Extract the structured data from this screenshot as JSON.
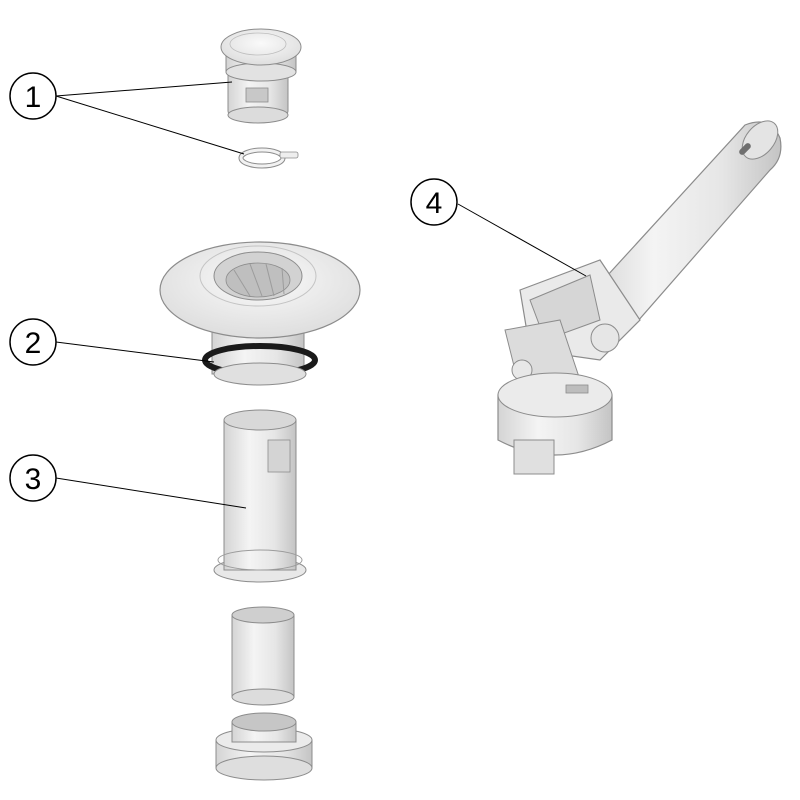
{
  "diagram": {
    "callouts": [
      {
        "id": "callout-1",
        "label": "1"
      },
      {
        "id": "callout-2",
        "label": "2"
      },
      {
        "id": "callout-3",
        "label": "3"
      },
      {
        "id": "callout-4",
        "label": "4"
      }
    ]
  },
  "colors": {
    "part_fill": "#ececec",
    "part_light": "#f7f7f7",
    "part_shadow": "#c9c9c9",
    "outline": "#8c8c8c",
    "oring": "#1a1a1a",
    "leader": "#000000"
  }
}
